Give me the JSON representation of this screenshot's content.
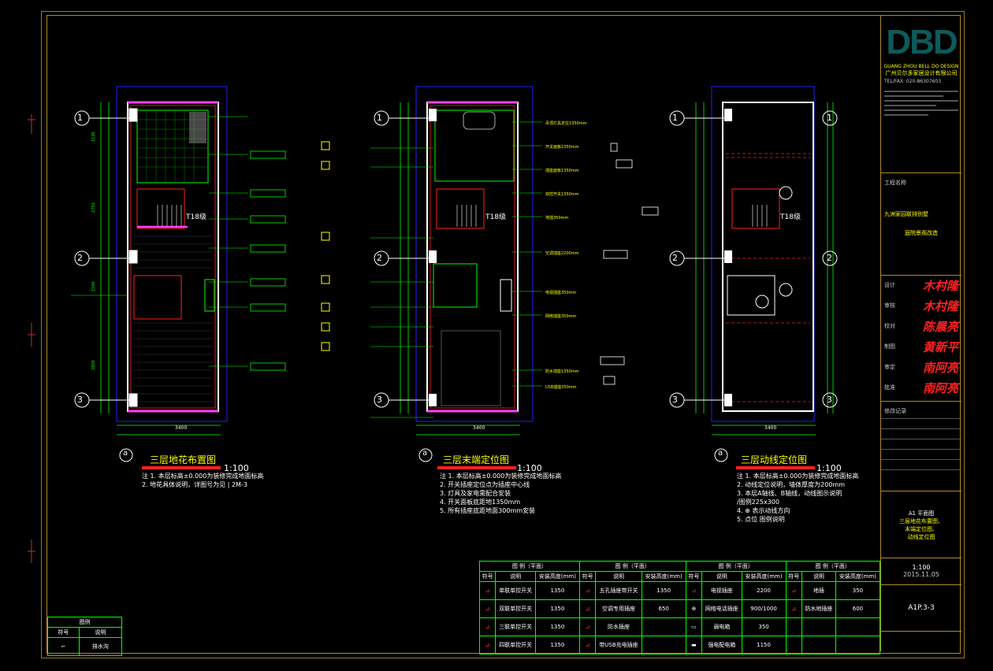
{
  "drawing": {
    "title_block": {
      "logo": "DBD",
      "company_en": "GUANG ZHOU BELL DO DESIGN",
      "company_cn": "广州贝尔多家居设计有限公司",
      "tel": "TEL/FAX: 020-86307603",
      "project_label": "工程名称",
      "project_name": "九洲家园联排别墅",
      "sub_project": "庭院景观改造",
      "rows": [
        {
          "label": "设计",
          "sig": "木村隆"
        },
        {
          "label": "审核",
          "sig": "木村隆"
        },
        {
          "label": "校对",
          "sig": "陈晨亮"
        },
        {
          "label": "制图",
          "sig": "黄新平"
        },
        {
          "label": "审定",
          "sig": "南阿亮"
        },
        {
          "label": "批准",
          "sig": "南阿亮"
        }
      ],
      "revisions_label": "修改记录",
      "drawing_name_lines": [
        "A1 平面图",
        "三层地花布置图、",
        "末端定位图、",
        "动线定位图"
      ],
      "scale": "1:100",
      "date": "2015.11.05",
      "sheet_no": "A1P.3-3"
    },
    "plans": [
      {
        "title": "三层地花布置图",
        "scale": "1:100",
        "notes": [
          "注  1. 本层标高±0.000为装修完成地面标高",
          "   2. 地花具体说明，详图号为见  | 2M-3"
        ],
        "dim_bottom": "3400",
        "stair_label": "T18级"
      },
      {
        "title": "三层末端定位图",
        "scale": "1:100",
        "notes": [
          "注  1. 本层标高±0.000为装修完成地面标高",
          "   2. 开关插座定位点为插座中心线",
          "   3. 灯具及家电需配合安装",
          "   4. 开关面板底距地1350mm",
          "   5. 所有插座底距地面300mm安装"
        ],
        "dim_bottom": "3400",
        "stair_label": "T18级"
      },
      {
        "title": "三层动线定位图",
        "scale": "1:100",
        "notes": [
          "注  1. 本层标高±0.000为装修完成地面标高",
          "   2. 动线定位说明，墙体厚度为200mm",
          "   3. 本层A轴线、B轴线，动线图示说明",
          "   /图例225x300",
          "   4. ⊕ 表示动线方向",
          "   5.              点位 图例说明"
        ],
        "dim_bottom": "3400",
        "stair_label": "T18级"
      }
    ],
    "grid_labels": [
      "1",
      "2",
      "3"
    ],
    "column_label": "a",
    "legend_small": {
      "title": "图例",
      "col1": "符号",
      "col2": "说明",
      "row": "排水沟"
    },
    "legend_big": {
      "groups": [
        {
          "title": "图  例（平面）",
          "head": [
            "符号",
            "说明",
            "安装高度(mm)"
          ],
          "rows": [
            [
              "单联单控开关",
              "1350"
            ],
            [
              "双联单控开关",
              "1350"
            ],
            [
              "三联单控开关",
              "1350"
            ],
            [
              "四联单控开关",
              "1350"
            ]
          ]
        },
        {
          "title": "图  例（平面）",
          "head": [
            "符号",
            "说明",
            "安装高度(mm)"
          ],
          "rows": [
            [
              "五孔插座带开关",
              "1350"
            ],
            [
              "空调专用插座",
              "650"
            ],
            [
              "防水插座",
              ""
            ],
            [
              "带USB充电插座",
              ""
            ]
          ]
        },
        {
          "title": "图  例（平面）",
          "head": [
            "符号",
            "说明",
            "安装高度(mm)"
          ],
          "rows": [
            [
              "电视插座",
              "2200"
            ],
            [
              "网络电话插座",
              "900/1000"
            ],
            [
              "弱电箱",
              "350"
            ],
            [
              "强电配电箱",
              "1150"
            ]
          ]
        },
        {
          "title": "图  例（平面）",
          "head": [
            "符号",
            "说明",
            "安装高度(mm)"
          ],
          "rows": [
            [
              "地插",
              "350"
            ],
            [
              "防水地插座",
              "600"
            ],
            [
              "",
              ""
            ],
            [
              "",
              ""
            ]
          ]
        }
      ]
    }
  }
}
